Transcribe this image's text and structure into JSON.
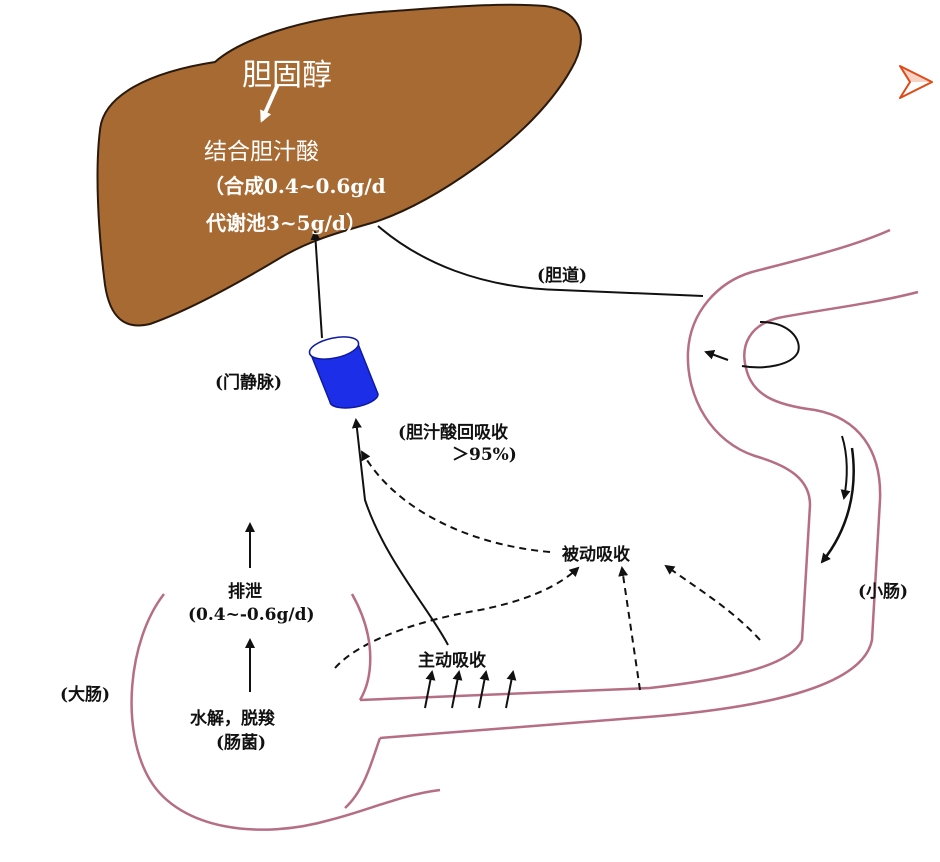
{
  "colors": {
    "liver_fill": "#a86a33",
    "liver_stroke": "#2a1a0e",
    "intestine": "#b56e84",
    "vein": "#1c2ee8",
    "bullet": "#e04a16"
  },
  "icons": {
    "bullet": "red-arrow-bullet-icon"
  },
  "liver": {
    "cholesterol": "胆固醇",
    "conjugated_bile_acid": "结合胆汁酸",
    "synthesis": "（合成0.4~0.6g/d",
    "metabolic_pool": "代谢池3~5g/d）"
  },
  "labels": {
    "bile_duct": "(胆道)",
    "portal_vein": "(门静脉)",
    "reabsorption": "(胆汁酸回吸收",
    "reabsorption_pct": "＞95%)",
    "passive_absorption": "被动吸收",
    "active_absorption": "主动吸收",
    "small_intestine": "(小肠)",
    "large_intestine": "(大肠)",
    "excretion": "排泄",
    "excretion_amount": "(0.4~-0.6g/d)",
    "hydrolysis": "水解，脱羧",
    "gut_bacteria": "(肠菌)"
  }
}
